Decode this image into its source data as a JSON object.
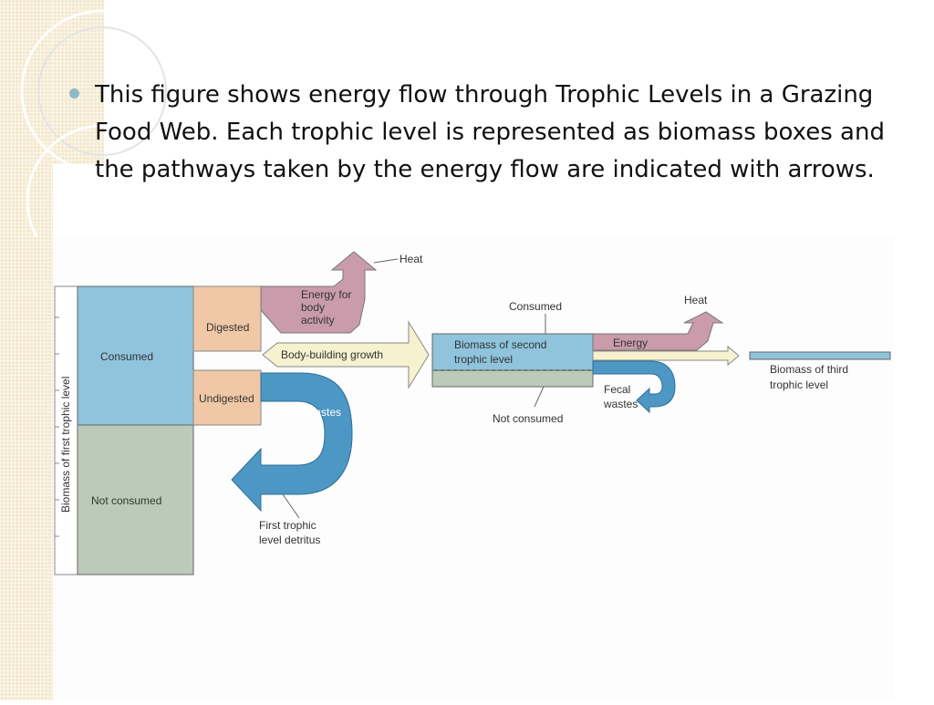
{
  "slide": {
    "bullet_text": "This figure shows energy flow through Trophic Levels in a Grazing Food Web. Each trophic level is represented as biomass boxes and  the pathways taken by the energy flow are indicated with arrows."
  },
  "diagram": {
    "first_level_axis": "Biomass of first trophic level",
    "consumed": "Consumed",
    "not_consumed": "Not consumed",
    "digested": "Digested",
    "undigested": "Undigested",
    "energy_body_activity": [
      "Energy for",
      "body",
      "activity"
    ],
    "heat_1": "Heat",
    "body_building": "Body-building growth",
    "fecal_wastes_1": "Fecal wastes",
    "detritus": [
      "First trophic",
      "level detritus"
    ],
    "consumed_2": "Consumed",
    "second_level": [
      "Biomass of second",
      "trophic level"
    ],
    "not_consumed_2": "Not consumed",
    "energy": "Energy",
    "heat_2": "Heat",
    "fecal_wastes_2": [
      "Fecal",
      "wastes"
    ],
    "third_level": [
      "Biomass of third",
      "trophic level"
    ]
  },
  "colors": {
    "consumed_blue": "#8fc4dc",
    "not_consumed_gray": "#bccbb9",
    "digested_peach": "#f0c8a6",
    "heat_mauve": "#c99bab",
    "growth_cream": "#f6f1cf",
    "fecal_blue": "#4d97c4"
  }
}
